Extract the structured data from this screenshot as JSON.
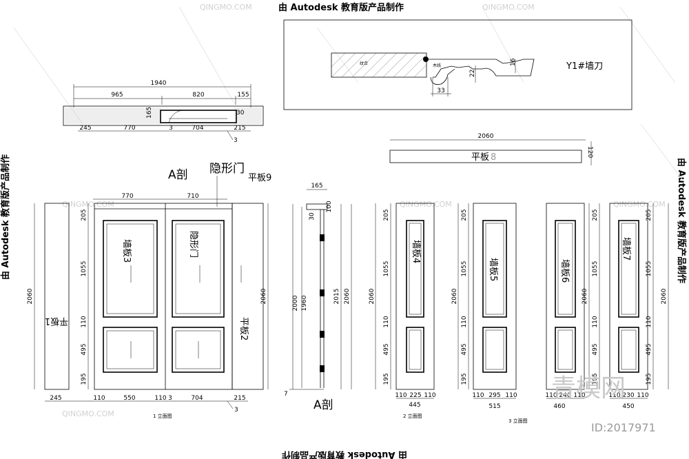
{
  "watermark": {
    "line": "由 Autodesk 教育版产品制作",
    "logo": "青模网",
    "id_text": "ID:2017971",
    "faint_mark": "QINGMO.COM"
  },
  "profile": {
    "title": "Y1#墙刀",
    "dims": [
      "16",
      "22",
      "33"
    ],
    "tags": [
      "纹合",
      "木线"
    ]
  },
  "plan": {
    "top": "1940",
    "upper": [
      "965",
      "820",
      "155"
    ],
    "lower": [
      "245",
      "770",
      "3",
      "704",
      "215"
    ],
    "side": [
      "165",
      "30"
    ],
    "callout": "3"
  },
  "flat_panel": {
    "length": "2060",
    "height": "120",
    "label": "平板",
    "num": "8"
  },
  "elev1": {
    "section_label": "A剖",
    "door_label": "隐形门",
    "flat9": "平板9",
    "widths_top": [
      "770",
      "710"
    ],
    "left_vert": [
      "205",
      "1055",
      "110",
      "495",
      "195"
    ],
    "overall": "2060",
    "right_overall": "2060",
    "bottom": [
      "245",
      "110",
      "550",
      "110",
      "3",
      "704",
      "215"
    ],
    "panel_left": "墙板3",
    "panel_door": "隐形门",
    "flat1": "平板1",
    "flat2": "平板2",
    "caption": "1 立面图",
    "callout": "3"
  },
  "section": {
    "label": "A剖",
    "top": "165",
    "inner": [
      "100",
      "30"
    ],
    "heights": [
      "2000",
      "1960"
    ],
    "right": [
      "2015",
      "2060"
    ],
    "bottom": "7"
  },
  "elev2": {
    "vert": [
      "205",
      "1055",
      "110",
      "495",
      "195"
    ],
    "overall": "2060",
    "panel": "墙板4",
    "bottom": [
      "110",
      "225",
      "110"
    ],
    "total": "445",
    "caption": "2 立面图"
  },
  "elev3": {
    "vert": [
      "205",
      "1055",
      "110",
      "495",
      "195"
    ],
    "overall": "2060",
    "panel_a": "墙板5",
    "panel_b": "墙板6",
    "bottom_a": [
      "110",
      "295",
      "110"
    ],
    "total_a": "515",
    "bottom_b": [
      "110",
      "240",
      "110"
    ],
    "total_b": "460",
    "caption": "3 立面图"
  },
  "elev4": {
    "vert": [
      "205",
      "1055",
      "110",
      "495",
      "195"
    ],
    "overall": "2060",
    "panel": "墙板7",
    "bottom": [
      "110",
      "230",
      "110"
    ],
    "total": "450"
  }
}
